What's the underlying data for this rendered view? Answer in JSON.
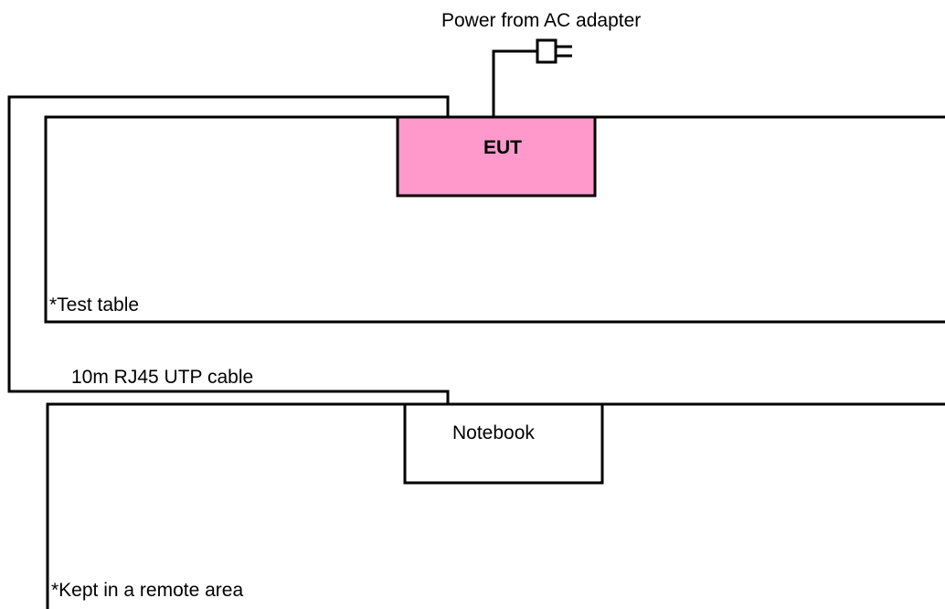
{
  "diagram": {
    "power_label": "Power from AC adapter",
    "eut_label": "EUT",
    "eut_fill_color": "#ff99cc",
    "test_table_label": "*Test table",
    "cable_label": "10m RJ45 UTP cable",
    "notebook_label": "Notebook",
    "remote_area_label": "*Kept in a remote area",
    "plug_icon": "power-plug-icon"
  }
}
